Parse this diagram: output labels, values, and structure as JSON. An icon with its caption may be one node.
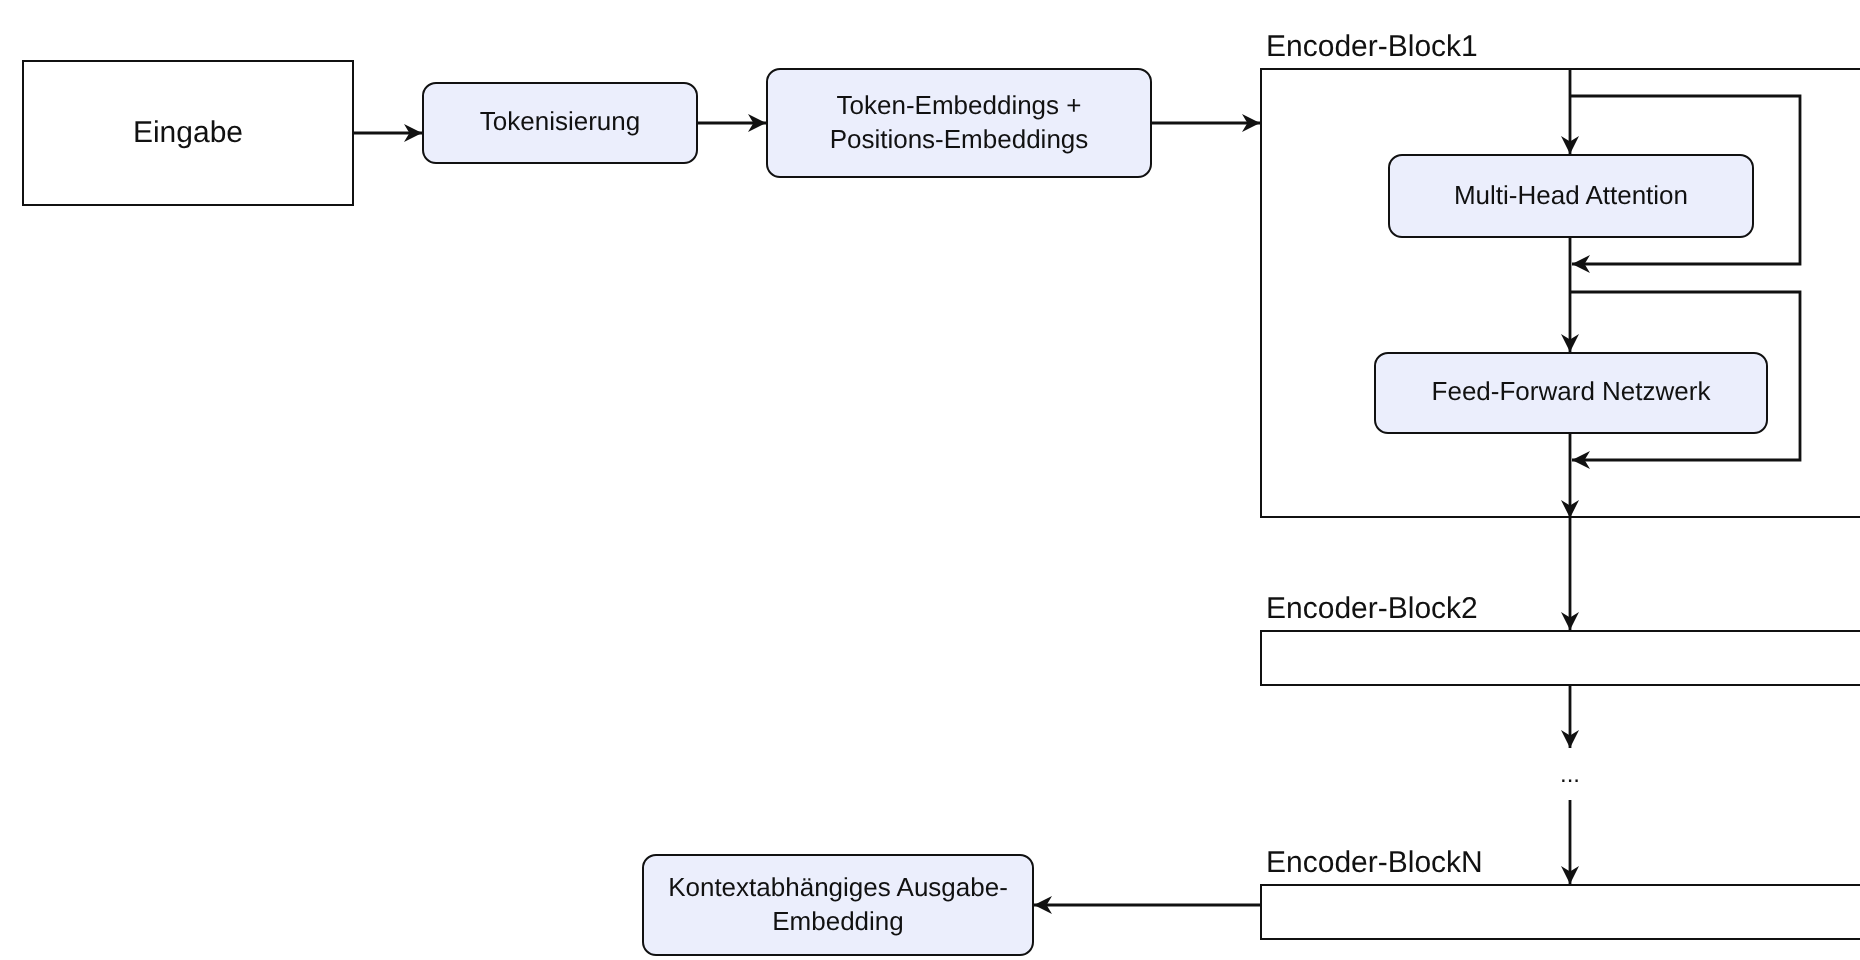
{
  "diagram": {
    "nodes": [
      {
        "text": [
          "Eingabe"
        ]
      },
      {
        "text": [
          "Tokenisierung"
        ]
      },
      {
        "text": [
          "Token-Embeddings + Positions-Embeddings"
        ]
      },
      {
        "text": [
          "Encoder-Block1"
        ]
      },
      {
        "text": [
          "Multi-Head Attention"
        ],
        "in": 3
      },
      {
        "text": [
          "Feed-Forward Netzwerk"
        ],
        "in": 3
      },
      {
        "text": [
          "Encoder-Block2"
        ]
      },
      {
        "text": [
          "..."
        ]
      },
      {
        "text": [
          "Encoder-BlockN"
        ]
      },
      {
        "text": [
          "Kontextabhängiges Ausgabe-Embedding"
        ]
      }
    ],
    "edges": [
      {
        "from": 0,
        "to": 1,
        "arrow": "to"
      },
      {
        "from": 1,
        "to": 2,
        "arrow": "to"
      },
      {
        "from": 2,
        "to": 3,
        "arrow": "to"
      },
      {
        "from": null,
        "to": 4,
        "arrow": "to"
      },
      {
        "from": 4,
        "to": 5,
        "arrow": "to"
      },
      {
        "from": 5,
        "to": null,
        "arrow": "to"
      },
      {
        "from": 3,
        "to": 6,
        "arrow": "to"
      },
      {
        "from": 6,
        "to": 7,
        "arrow": "to"
      },
      {
        "from": 7,
        "to": 8,
        "arrow": "to"
      },
      {
        "from": 8,
        "to": 9,
        "arrow": "to"
      }
    ]
  }
}
